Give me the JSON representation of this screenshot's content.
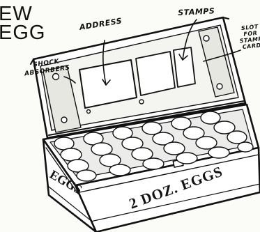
{
  "headline": {
    "line1": "EW",
    "line2": "EGG"
  },
  "callouts": {
    "address": "ADDRESS",
    "stamps": "STAMPS",
    "shock_absorbers": "SHOCK ABSORBERS",
    "slot_for_stamp_card": "SLOT FOR STAMP CARD"
  },
  "box_labels": {
    "side": "EGGS",
    "front": "2 DOZ. EGGS"
  }
}
